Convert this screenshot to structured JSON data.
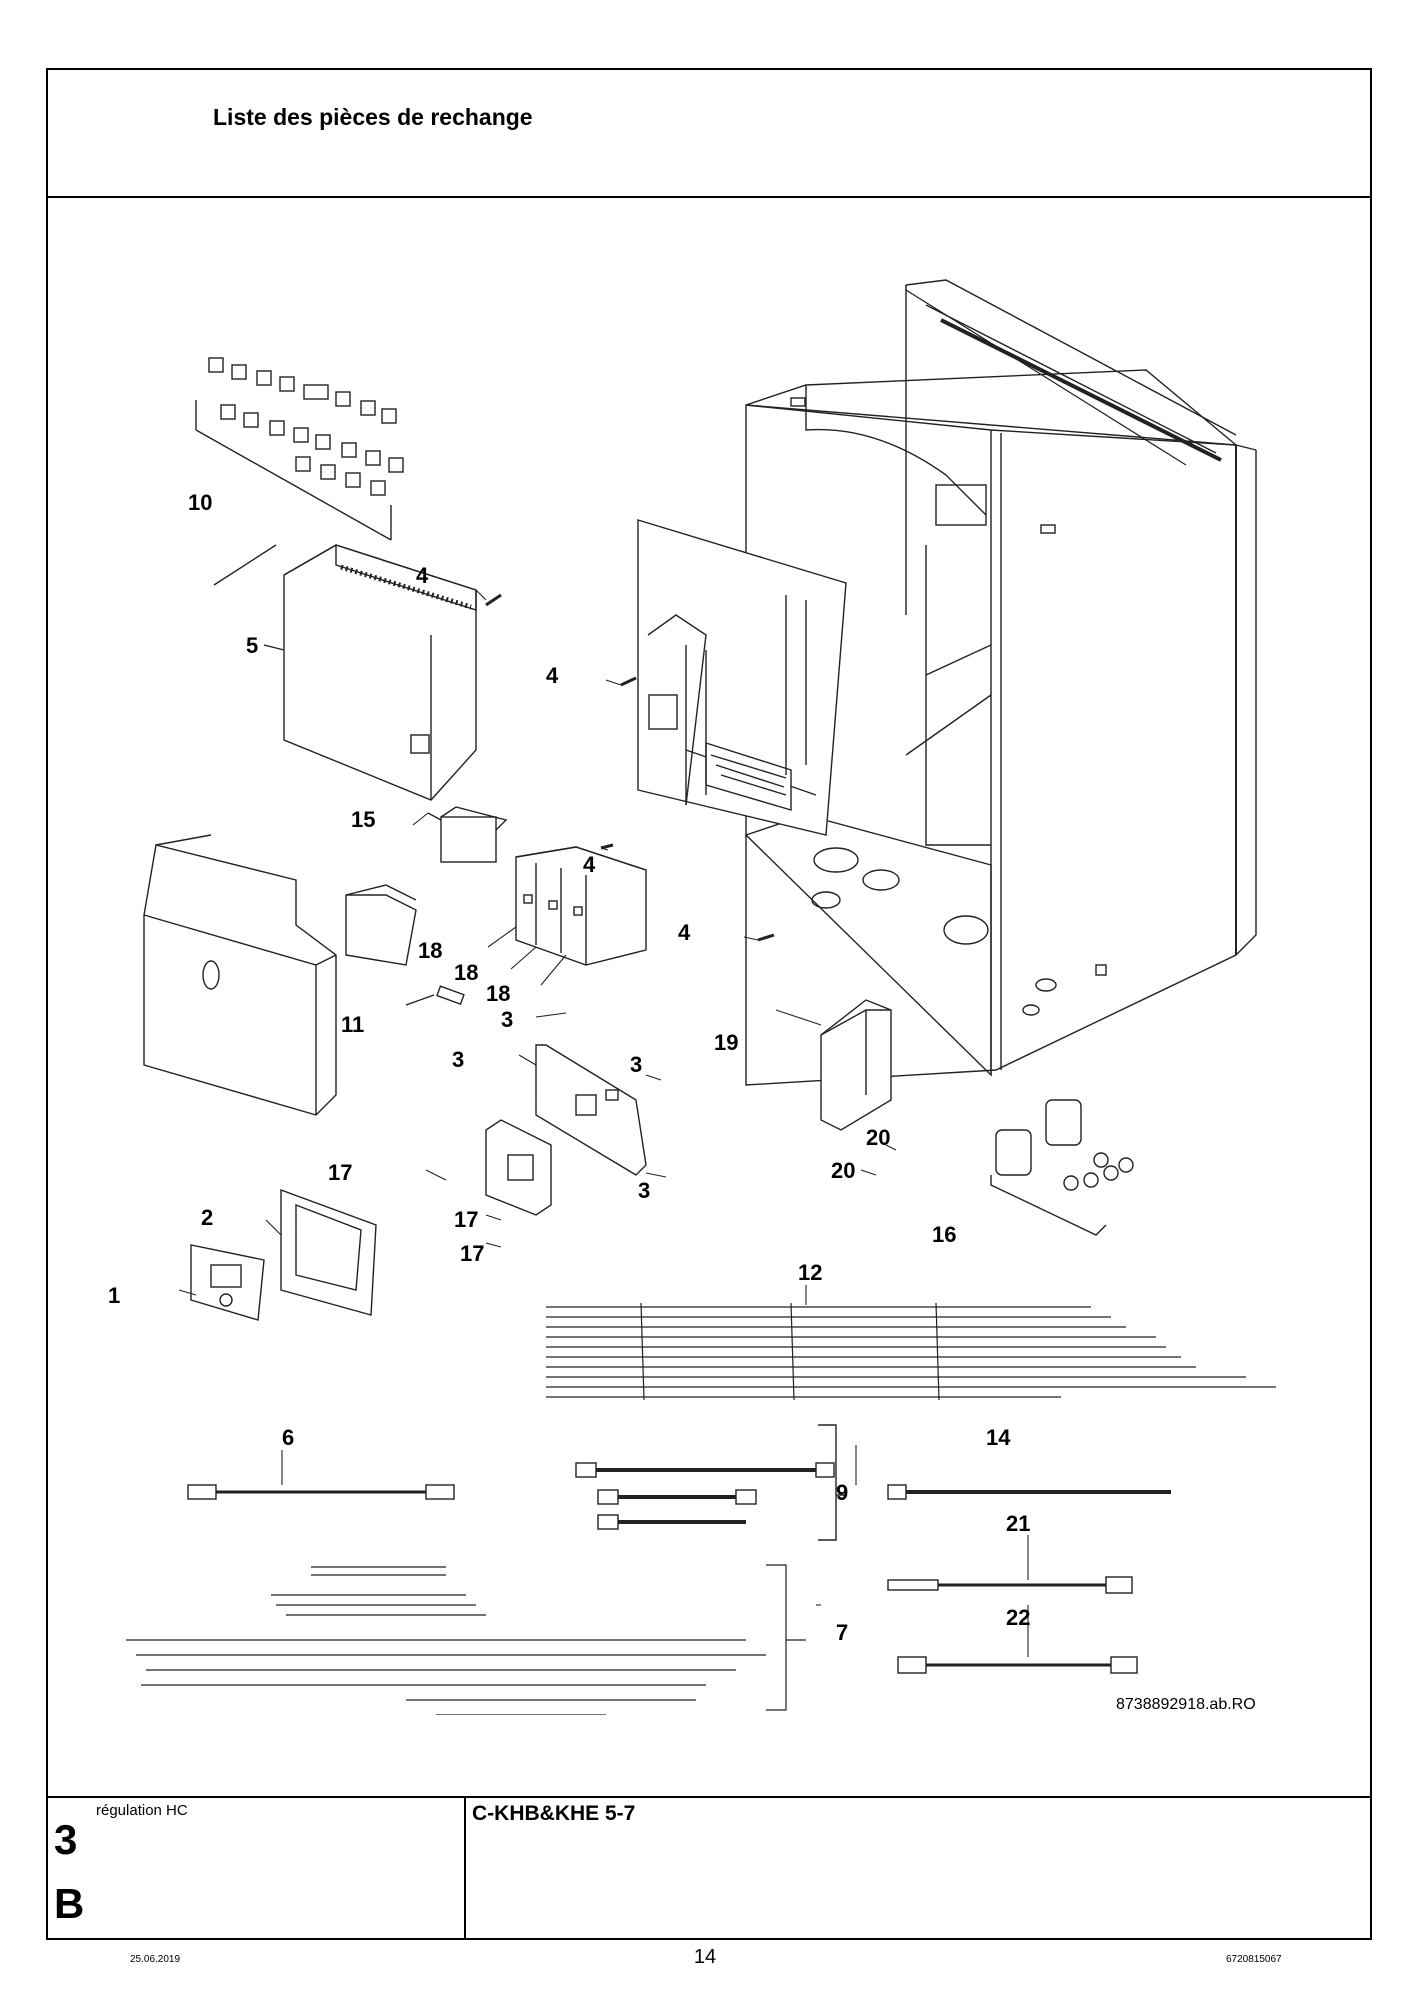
{
  "header": {
    "title": "Liste des pièces de rechange"
  },
  "callouts": {
    "c1": "1",
    "c2": "2",
    "c3": "3",
    "c4": "4",
    "c5": "5",
    "c6": "6",
    "c7": "7",
    "c9": "9",
    "c10": "10",
    "c11": "11",
    "c12": "12",
    "c14": "14",
    "c15": "15",
    "c16": "16",
    "c17": "17",
    "c18": "18",
    "c19": "19",
    "c20": "20",
    "c21": "21",
    "c22": "22"
  },
  "drawing_ref": "8738892918.ab.RO",
  "footer": {
    "section_label": "régulation HC",
    "section_number": "3",
    "section_letter": "B",
    "model": "C-KHB&KHE 5-7",
    "page_number": "14",
    "date": "25.06.2019",
    "doc_number": "6720815067"
  }
}
